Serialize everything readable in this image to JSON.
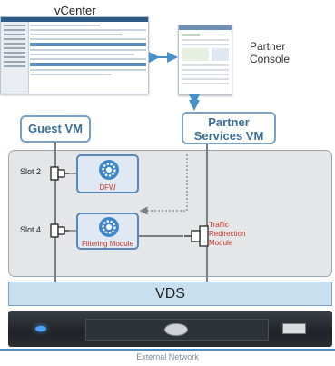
{
  "vcenter": {
    "title": "vCenter"
  },
  "partner_console": {
    "title_line1": "Partner",
    "title_line2": "Console"
  },
  "guest_vm": {
    "label": "Guest VM"
  },
  "partner_vm": {
    "label_line1": "Partner",
    "label_line2": "Services VM"
  },
  "slots": {
    "slot2": "Slot 2",
    "slot4": "Slot 4"
  },
  "modules": {
    "dfw": "DFW",
    "filtering": "Filtering Module",
    "redirection_line1": "Traffic",
    "redirection_line2": "Redirection",
    "redirection_line3": "Module"
  },
  "vds": {
    "label": "VDS"
  },
  "network": {
    "label": "External Network"
  },
  "colors": {
    "box_border": "#7aa1c4",
    "module_text": "#c0392b",
    "arrow": "#4a90c8",
    "vds_fill": "#c8dff0"
  }
}
